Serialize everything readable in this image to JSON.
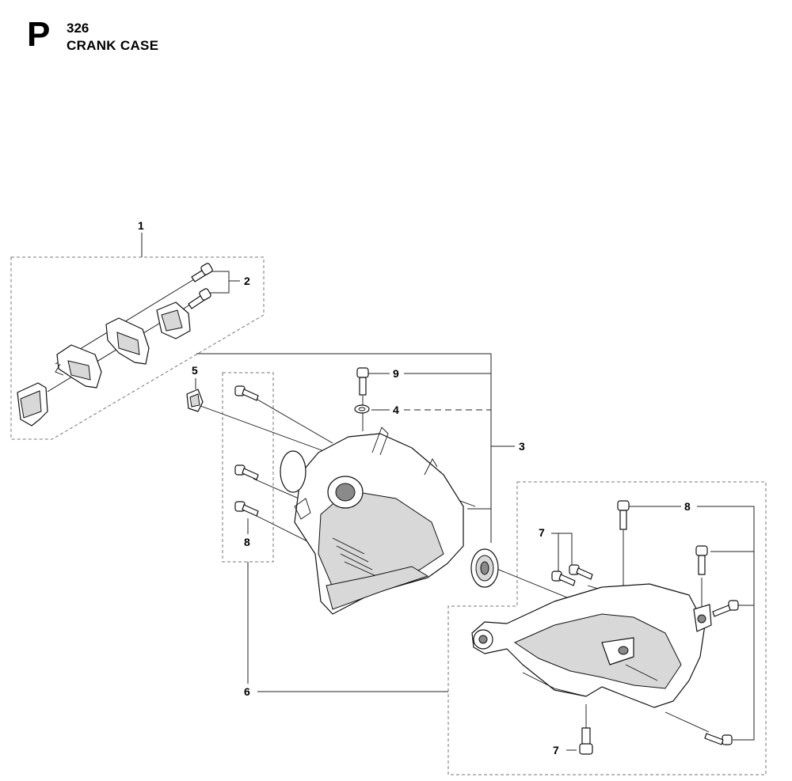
{
  "header": {
    "section_letter": "P",
    "page_number": "326",
    "title": "CRANK CASE"
  },
  "callouts": {
    "c1": "1",
    "c2": "2",
    "c3": "3",
    "c4": "4",
    "c5": "5",
    "c6": "6",
    "c7a": "7",
    "c7b": "7",
    "c8a": "8",
    "c8b": "8",
    "c9": "9"
  }
}
